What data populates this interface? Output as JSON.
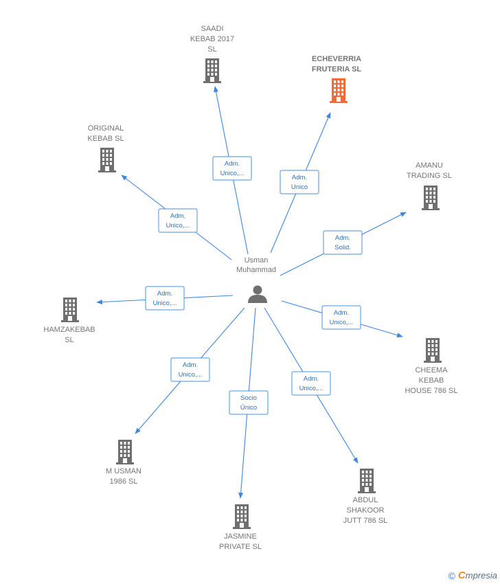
{
  "center": {
    "name_lines": [
      "Usman",
      "Muhammad"
    ],
    "icon": "person-icon"
  },
  "colors": {
    "edge": "#3e86de",
    "building": "#6f6f6f",
    "highlight": "#f26b35",
    "person": "#6f6f6f"
  },
  "nodes": [
    {
      "id": "saadi",
      "lines": [
        "SAADI",
        "KEBAB 2017",
        "SL"
      ],
      "highlight": false,
      "relation": [
        "Adm.",
        "Unico,..."
      ]
    },
    {
      "id": "echeverria",
      "lines": [
        "ECHEVERRIA",
        "FRUTERIA  SL"
      ],
      "highlight": true,
      "relation": [
        "Adm.",
        "Unico"
      ]
    },
    {
      "id": "original",
      "lines": [
        "ORIGINAL",
        "KEBAB  SL"
      ],
      "highlight": false,
      "relation": [
        "Adm.",
        "Unico,..."
      ]
    },
    {
      "id": "amanu",
      "lines": [
        "AMANU",
        "TRADING SL"
      ],
      "highlight": false,
      "relation": [
        "Adm.",
        "Solid."
      ]
    },
    {
      "id": "hamzakebab",
      "lines": [
        "HAMZAKEBAB",
        "SL"
      ],
      "highlight": false,
      "relation": [
        "Adm.",
        "Unico,..."
      ]
    },
    {
      "id": "cheema",
      "lines": [
        "CHEEMA",
        "KEBAB",
        "HOUSE 786  SL"
      ],
      "highlight": false,
      "relation": [
        "Adm.",
        "Unico,..."
      ]
    },
    {
      "id": "musman",
      "lines": [
        "M USMAN",
        "1986  SL"
      ],
      "highlight": false,
      "relation": [
        "Adm.",
        "Unico,..."
      ]
    },
    {
      "id": "jasmine",
      "lines": [
        "JASMINE",
        "PRIVATE  SL"
      ],
      "highlight": false,
      "relation": [
        "Socio",
        "Único"
      ]
    },
    {
      "id": "abdul",
      "lines": [
        "ABDUL",
        "SHAKOOR",
        "JUTT 786  SL"
      ],
      "highlight": false,
      "relation": [
        "Adm.",
        "Unico,..."
      ]
    }
  ],
  "footer": {
    "copyright": "©",
    "brand_initial": "C",
    "brand_rest": "mpresia"
  }
}
